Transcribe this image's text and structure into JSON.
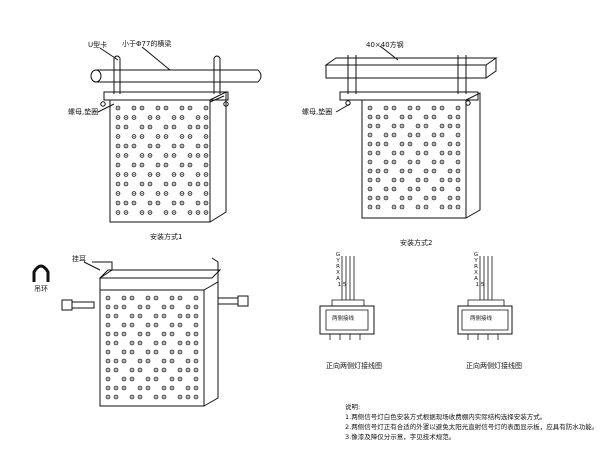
{
  "labels": {
    "u_clamp": "U型卡",
    "pipe_spec": "小于Φ77的横梁",
    "nut_washer_left": "螺母,垫圈",
    "steel_spec": "40×40方钢",
    "nut_washer_right": "螺母,垫圈",
    "hook": "挂耳",
    "ring": "吊环"
  },
  "captions": {
    "method1": "安装方式1",
    "method2": "安装方式2",
    "wiring_front": "正向两侧灯接线图",
    "wiring_side": "正向两侧灯接线图"
  },
  "terminal": {
    "codes": [
      "G",
      "Y",
      "R",
      "X",
      "A",
      "1.5"
    ],
    "box_label": "两侧接线"
  },
  "notes": {
    "title": "说明:",
    "items": [
      "1.两侧信号灯白色安装方式根据现场收费棚内实际结构选择安装方式。",
      "2.两侧信号灯正有合适的外罩以避免太阳光直射信号灯的表面显示板，应具有防水功能。",
      "3.像漆及障仅分示意，字见技术规范。"
    ]
  }
}
